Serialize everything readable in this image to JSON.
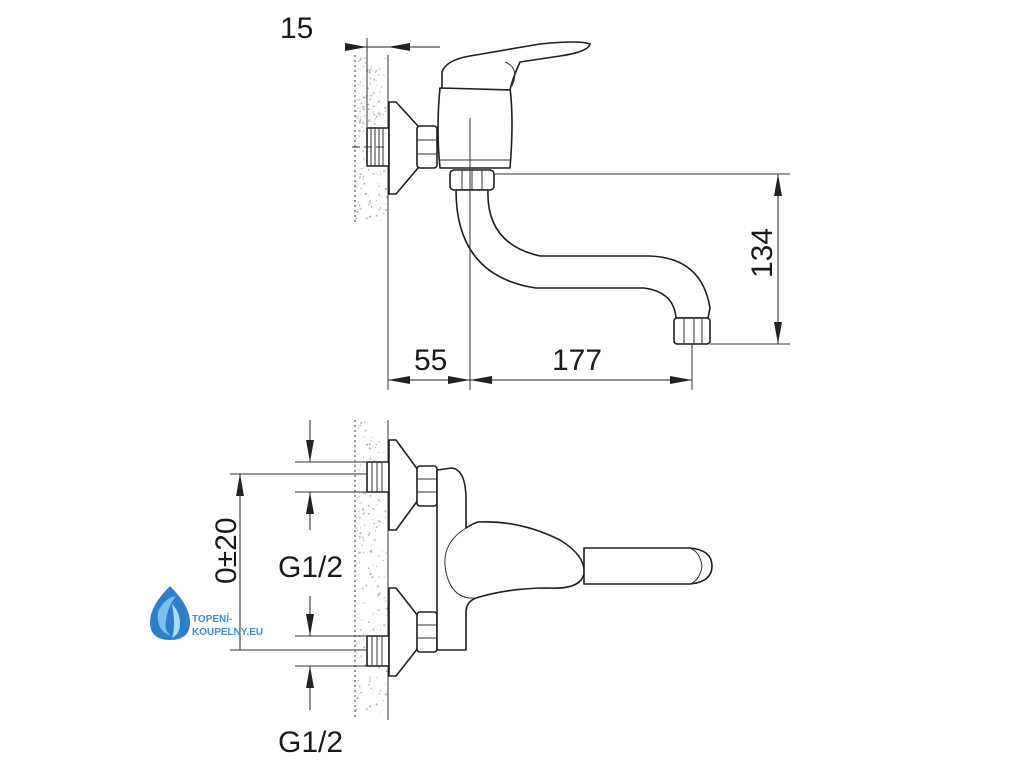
{
  "dimensions": {
    "wall_offset": "15",
    "spout_height": "134",
    "body_depth": "55",
    "spout_reach": "177",
    "inlet_spacing": "0±20",
    "thread_top": "G1/2",
    "thread_bottom": "G1/2"
  },
  "logo": {
    "line1": "TOPENÍ-",
    "line2": "KOUPELNY.EU",
    "accent_color": "#3c8fd6"
  }
}
